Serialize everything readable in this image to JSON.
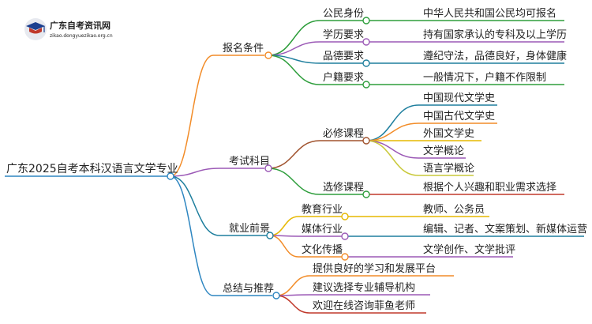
{
  "logo": {
    "title": "广东自考资讯网",
    "subtitle": "zikao.dongyuezikao.org.cn"
  },
  "root": {
    "label": "广东2025自考本科汉语言文学专业"
  },
  "branches": [
    {
      "label": "报名条件",
      "color": "#f28c28",
      "children": [
        {
          "label": "公民身份",
          "color": "#2e9e3c",
          "children": [
            {
              "label": "中华人民共和国公民均可报名",
              "color": "#2e9e3c"
            }
          ]
        },
        {
          "label": "学历要求",
          "color": "#9b59b6",
          "children": [
            {
              "label": "持有国家承认的专科及以上学历",
              "color": "#9b59b6"
            }
          ]
        },
        {
          "label": "品德要求",
          "color": "#1f7f9e",
          "children": [
            {
              "label": "遵纪守法，品德良好，身体健康",
              "color": "#1f7f9e"
            }
          ]
        },
        {
          "label": "户籍要求",
          "color": "#2e9e3c",
          "children": [
            {
              "label": "一般情况下，户籍不作限制",
              "color": "#2e9e3c"
            }
          ]
        }
      ]
    },
    {
      "label": "考试科目",
      "color": "#9b59b6",
      "children": [
        {
          "label": "必修课程",
          "color": "#a0522d",
          "children": [
            {
              "label": "中国现代文学史",
              "color": "#1f7f9e"
            },
            {
              "label": "中国古代文学史",
              "color": "#f28c28"
            },
            {
              "label": "外国文学史",
              "color": "#e6b800"
            },
            {
              "label": "文学概论",
              "color": "#9b59b6"
            },
            {
              "label": "语言学概论",
              "color": "#c9c93a"
            }
          ]
        },
        {
          "label": "选修课程",
          "color": "#2e9e3c",
          "children": [
            {
              "label": "根据个人兴趣和职业需求选择",
              "color": "#c0392b"
            }
          ]
        }
      ]
    },
    {
      "label": "就业前景",
      "color": "#1f7f9e",
      "children": [
        {
          "label": "教育行业",
          "color": "#e6b800",
          "children": [
            {
              "label": "教师、公务员",
              "color": "#e6b800"
            }
          ]
        },
        {
          "label": "媒体行业",
          "color": "#9b59b6",
          "children": [
            {
              "label": "编辑、记者、文案策划、新媒体运营",
              "color": "#1f7f9e"
            }
          ]
        },
        {
          "label": "文化传播",
          "color": "#f28c28",
          "children": [
            {
              "label": "文学创作、文学批评",
              "color": "#9b59b6"
            }
          ]
        }
      ]
    },
    {
      "label": "总结与推荐",
      "color": "#2e86c1",
      "children": [
        {
          "label": "提供良好的学习和发展平台",
          "color": "#f28c28",
          "children": []
        },
        {
          "label": "建议选择专业辅导机构",
          "color": "#9b59b6",
          "children": []
        },
        {
          "label": "欢迎在线咨询菲鱼老师",
          "color": "#c0392b",
          "children": []
        }
      ]
    }
  ]
}
